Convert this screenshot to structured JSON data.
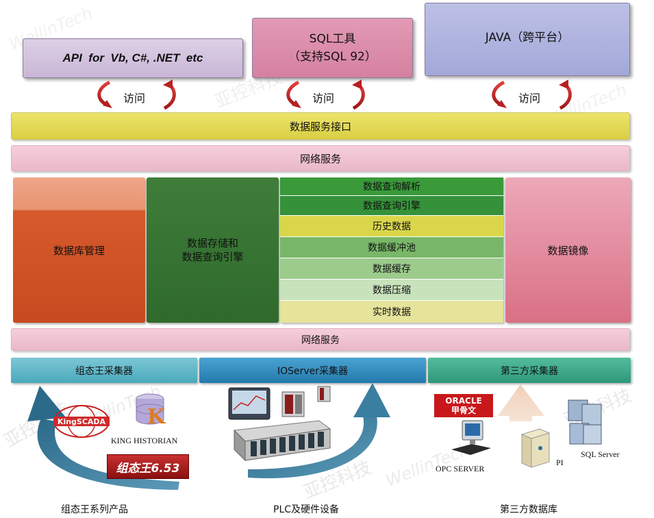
{
  "watermark": {
    "cn": "亚控科技",
    "en": "WellinTech"
  },
  "top_boxes": [
    {
      "label": "API  for  Vb, C#, .NET  etc"
    },
    {
      "label": "SQL工具\n（支持SQL 92）"
    },
    {
      "label": "JAVA（跨平台）"
    }
  ],
  "access_label": "访问",
  "layers": {
    "data_service_interface": "数据服务接口",
    "network_service_top": "网络服务",
    "network_service_bottom": "网络服务"
  },
  "columns": {
    "db_management": "数据库管理",
    "storage_query": "数据存储和\n数据查询引擎",
    "data_mirror": "数据镜像"
  },
  "stack_items": [
    {
      "label": "数据查询解析",
      "color": "#3a9a3a"
    },
    {
      "label": "数据查询引擎",
      "color": "#3a9a3a"
    },
    {
      "label": "历史数据",
      "color": "#d9d64a"
    },
    {
      "label": "数据缓冲池",
      "color": "#79b768"
    },
    {
      "label": "数据缓存",
      "color": "#9ccb8c"
    },
    {
      "label": "数据压缩",
      "color": "#c8e2bc"
    },
    {
      "label": "实时数据",
      "color": "#e6e39a"
    }
  ],
  "collectors": [
    {
      "label": "组态王采集器",
      "color": "#5ab8c8"
    },
    {
      "label": "IOServer采集器",
      "color": "#2a8bc0"
    },
    {
      "label": "第三方采集器",
      "color": "#3aaa8a"
    }
  ],
  "sources": {
    "kingscada_logo": "KingSCADA",
    "king_historian": "KING HISTORIAN",
    "kingview_logo": "组态王6.53",
    "oracle_logo": "ORACLE\n甲骨文",
    "opc_server": "OPC SERVER",
    "pi": "PI",
    "sql_server": "SQL Server"
  },
  "bottom_labels": [
    {
      "label": "组态王系列产品"
    },
    {
      "label": "PLC及硬件设备"
    },
    {
      "label": "第三方数据库"
    }
  ]
}
